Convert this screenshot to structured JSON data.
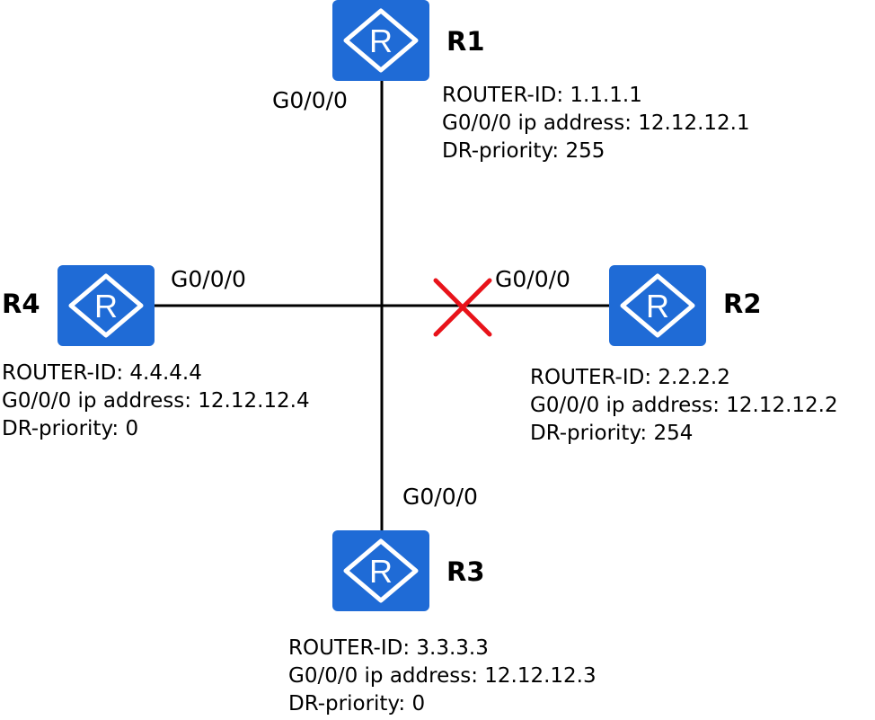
{
  "routers": {
    "r1": {
      "name": "R1",
      "interface": "G0/0/0",
      "router_id": "ROUTER-ID: 1.1.1.1",
      "ip": "G0/0/0 ip address: 12.12.12.1",
      "priority": "DR-priority: 255"
    },
    "r2": {
      "name": "R2",
      "interface": "G0/0/0",
      "router_id": "ROUTER-ID: 2.2.2.2",
      "ip": "G0/0/0 ip address: 12.12.12.2",
      "priority": "DR-priority: 254"
    },
    "r3": {
      "name": "R3",
      "interface": "G0/0/0",
      "router_id": "ROUTER-ID: 3.3.3.3",
      "ip": "G0/0/0 ip address: 12.12.12.3",
      "priority": "DR-priority: 0"
    },
    "r4": {
      "name": "R4",
      "interface": "G0/0/0",
      "router_id": "ROUTER-ID: 4.4.4.4",
      "ip": "G0/0/0 ip address: 12.12.12.4",
      "priority": "DR-priority: 0"
    }
  },
  "icons": {
    "router": "router-icon",
    "link_failure": "link-down-x-icon"
  },
  "colors": {
    "router_fill": "#1f6bd6",
    "router_symbol": "#ffffff",
    "link": "#000000",
    "failure_mark": "#e8131a"
  },
  "link_states": {
    "r1": "up",
    "r2": "down",
    "r3": "up",
    "r4": "up"
  }
}
